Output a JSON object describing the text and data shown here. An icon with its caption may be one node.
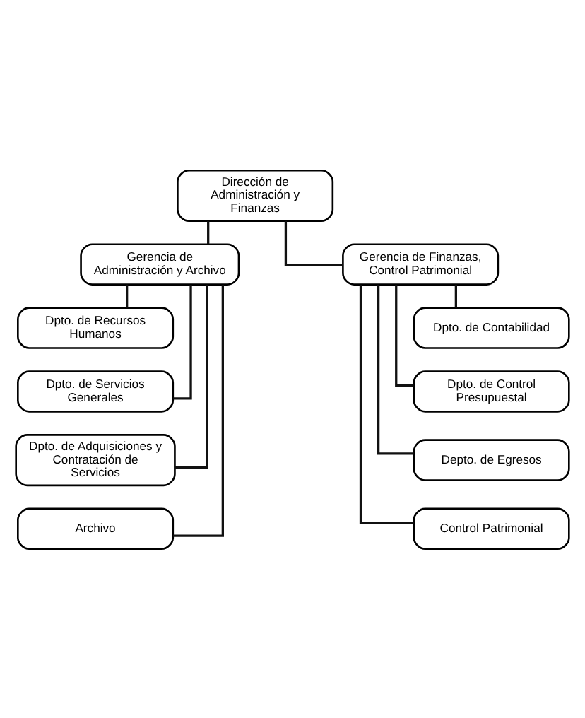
{
  "diagram": {
    "nodes": [
      {
        "text": [
          "Dirección de Administración y Finanzas"
        ]
      },
      {
        "text": [
          "Gerencia de Administración y Archivo"
        ]
      },
      {
        "text": [
          "Gerencia de Finanzas, Control Patrimonial"
        ]
      },
      {
        "text": [
          "Dpto. de Recursos Humanos"
        ]
      },
      {
        "text": [
          "Dpto. de Servicios Generales"
        ]
      },
      {
        "text": [
          "Dpto. de Adquisiciones y Contratación de Servicios"
        ]
      },
      {
        "text": [
          "Archivo"
        ]
      },
      {
        "text": [
          "Dpto. de Contabilidad"
        ]
      },
      {
        "text": [
          "Dpto. de Control Presupuestal"
        ]
      },
      {
        "text": [
          "Depto. de Egresos"
        ]
      },
      {
        "text": [
          "Control Patrimonial"
        ]
      }
    ],
    "edges": [
      {
        "from": 0,
        "to": 1,
        "arrow": "none"
      },
      {
        "from": 0,
        "to": 2,
        "arrow": "none"
      },
      {
        "from": 1,
        "to": 3,
        "arrow": "none"
      },
      {
        "from": 1,
        "to": 4,
        "arrow": "none"
      },
      {
        "from": 1,
        "to": 5,
        "arrow": "none"
      },
      {
        "from": 1,
        "to": 6,
        "arrow": "none"
      },
      {
        "from": 2,
        "to": 7,
        "arrow": "none"
      },
      {
        "from": 2,
        "to": 8,
        "arrow": "none"
      },
      {
        "from": 2,
        "to": 9,
        "arrow": "none"
      },
      {
        "from": 2,
        "to": 10,
        "arrow": "none"
      }
    ]
  }
}
